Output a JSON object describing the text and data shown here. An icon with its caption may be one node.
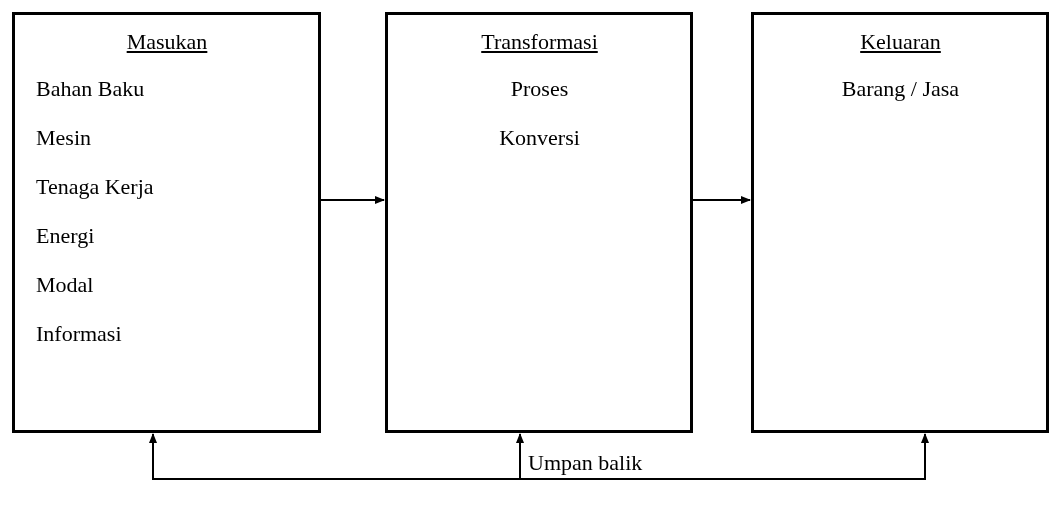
{
  "diagram": {
    "nodes": [
      {
        "text": [
          "Masukan",
          "Bahan Baku",
          "Mesin",
          "Tenaga Kerja",
          "Energi",
          "Modal",
          "Informasi"
        ]
      },
      {
        "text": [
          "Transformasi",
          "Proses",
          "Konversi"
        ]
      },
      {
        "text": [
          "Keluaran",
          "Barang / Jasa"
        ]
      },
      {
        "text": [
          "Umpan balik"
        ]
      }
    ],
    "edges": [
      {
        "from": 0,
        "to": 1,
        "arrow": "to"
      },
      {
        "from": 1,
        "to": 2,
        "arrow": "to"
      },
      {
        "from": 3,
        "to": 0,
        "arrow": "to"
      },
      {
        "from": 3,
        "to": 1,
        "arrow": "to"
      },
      {
        "from": 3,
        "to": 2,
        "arrow": "to"
      }
    ]
  }
}
